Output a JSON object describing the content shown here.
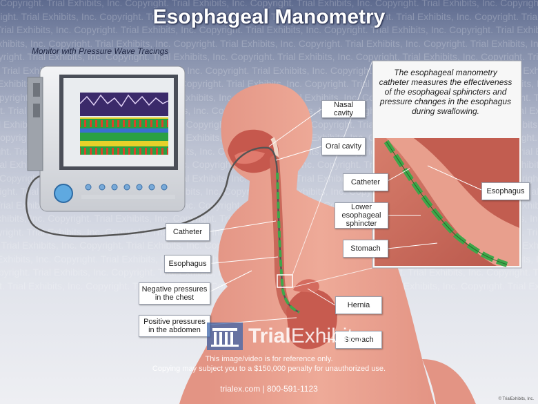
{
  "title": "Esophageal Manometry",
  "monitor_caption": "Monitor with Pressure Wave Tracings",
  "callout_text": "The esophageal manometry catheter measures the effectiveness of the esophageal sphincters and pressure changes in the esophagus during swallowing.",
  "labels": {
    "nasal_cavity": "Nasal cavity",
    "oral_cavity": "Oral cavity",
    "catheter": "Catheter",
    "esophagus": "Esophagus",
    "negative_pressures": "Negative pressures in the chest",
    "positive_pressures": "Positive pressures in the abdomen",
    "hernia": "Hernia",
    "stomach": "Stomach",
    "inset_catheter": "Catheter",
    "inset_esophagus": "Esophagus",
    "inset_lower_sphincter": "Lower esophageal sphincter",
    "inset_stomach": "Stomach"
  },
  "watermark": {
    "repeat_text": "Copyright. Trial Exhibits, Inc. ",
    "logo_bold": "Trial",
    "logo_rest": "Exhibits",
    "notice_line1": "This image/video is for reference only.",
    "notice_line2": "Copying may subject you to a $150,000 penalty for unauthorized use.",
    "contact": "trialex.com  |  800-591-1123",
    "corner": "© TrialExhibits, Inc."
  },
  "colors": {
    "background_top": "#5d6a8e",
    "skin": "#e9a08f",
    "catheter_green": "#3fa64a",
    "label_border": "#9aa0ad"
  }
}
